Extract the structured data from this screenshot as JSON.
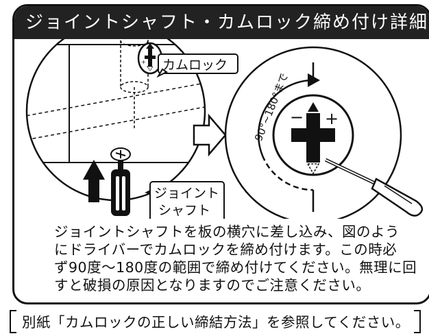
{
  "title": "ジョイントシャフト・カムロック締め付け詳細",
  "labels": {
    "cam_lock": "カムロック",
    "joint_shaft_line1": "ジョイント",
    "joint_shaft_line2": "シャフト",
    "angle": "90°~180°まで",
    "minus": "−",
    "plus": "+"
  },
  "description": [
    "ジョイントシャフトを板の横穴に差し込み、図のよう",
    "にドライバーでカムロックを締め付けます。この時必",
    "ず90度〜180度の範囲で締め付けてください。無理に回",
    "すと破損の原因となりますのでご注意ください。"
  ],
  "footer": "別紙「カムロックの正しい締結方法」を参照してください。"
}
